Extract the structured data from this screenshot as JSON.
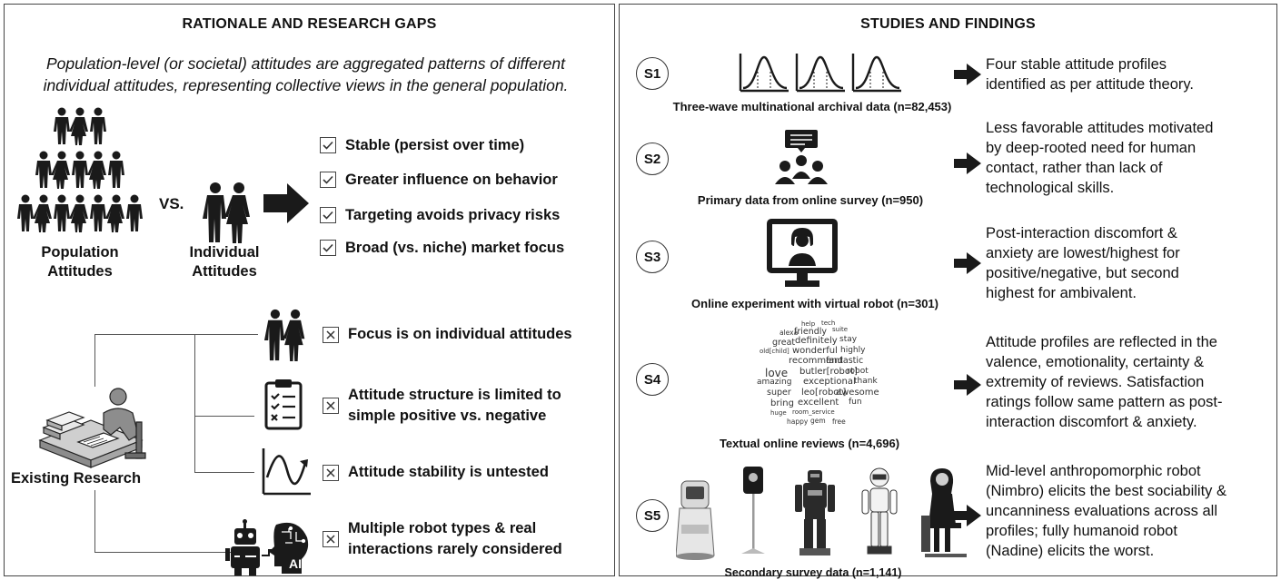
{
  "left": {
    "title": "RATIONALE AND RESEARCH GAPS",
    "intro": "Population-level (or societal) attitudes are aggregated patterns of different individual attitudes, representing collective views in the general population.",
    "population_label_1": "Population",
    "population_label_2": "Attitudes",
    "vs": "VS.",
    "individual_label_1": "Individual",
    "individual_label_2": "Attitudes",
    "advantages": [
      "Stable (persist over time)",
      "Greater influence on behavior",
      "Targeting avoids privacy risks",
      "Broad (vs. niche) market focus"
    ],
    "existing_research": "Existing Research",
    "gaps": [
      "Focus is on individual attitudes",
      "Attitude structure is limited to simple positive vs. negative",
      "Attitude stability is untested",
      "Multiple robot types & real interactions rarely considered"
    ],
    "gap_lines": [
      [
        "Focus is on individual attitudes"
      ],
      [
        "Attitude structure is limited to",
        "simple positive vs. negative"
      ],
      [
        "Attitude stability is untested"
      ],
      [
        "Multiple robot types & real",
        "interactions rarely considered"
      ]
    ],
    "ai_text": "AI"
  },
  "right": {
    "title": "STUDIES AND FINDINGS",
    "studies": [
      {
        "id": "S1",
        "caption": "Three-wave multinational archival data (n=82,453)",
        "finding_lines": [
          "Four stable attitude profiles",
          "identified as per attitude theory."
        ]
      },
      {
        "id": "S2",
        "caption": "Primary data from online survey (n=950)",
        "finding_lines": [
          "Less favorable attitudes motivated",
          "by deep-rooted need for human",
          "contact, rather than lack of",
          "technological skills."
        ]
      },
      {
        "id": "S3",
        "caption": "Online experiment with virtual robot (n=301)",
        "finding_lines": [
          "Post-interaction discomfort &",
          "anxiety are lowest/highest for",
          "positive/negative, but second",
          "highest for ambivalent."
        ]
      },
      {
        "id": "S4",
        "caption": "Textual online reviews (n=4,696)",
        "finding_lines": [
          "Attitude profiles are reflected in the",
          "valence, emotionality, certainty &",
          "extremity of reviews. Satisfaction",
          "ratings follow same pattern as post-",
          "interaction discomfort & anxiety."
        ]
      },
      {
        "id": "S5",
        "caption": "Secondary survey data (n=1,141)",
        "finding_lines": [
          "Mid-level anthropomorphic robot",
          "(Nimbro) elicits the best sociability &",
          "uncanniness evaluations across all",
          "profiles; fully humanoid robot",
          "(Nadine) elicits the worst."
        ]
      }
    ],
    "word_cloud": [
      "help",
      "tech",
      "alexa",
      "friendly",
      "suite",
      "great",
      "definitely",
      "stay",
      "old[child]",
      "wonderful",
      "highly",
      "recommend",
      "fantastic",
      "love",
      "butler[robot]",
      "robot",
      "amazing",
      "exceptional",
      "thank",
      "super",
      "leo[robot]",
      "awesome",
      "bring",
      "excellent",
      "fun",
      "huge",
      "room_service",
      "happy",
      "gem",
      "free"
    ]
  },
  "colors": {
    "ink": "#111111",
    "border": "#444444",
    "icon": "#1a1a1a"
  }
}
